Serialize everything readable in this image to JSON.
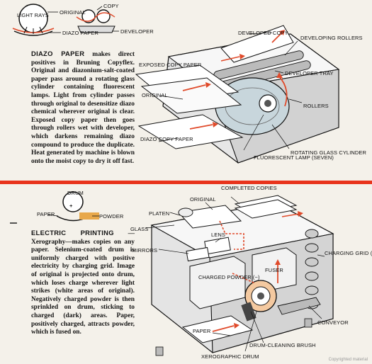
{
  "top": {
    "inset_labels": {
      "original": "ORIGINAL",
      "light_rays": "LIGHT RAYS",
      "diazo_paper": "DIAZO PAPER",
      "copy": "COPY",
      "developer": "DEVELOPER"
    },
    "heading": "DIAZO PAPER",
    "body": " makes direct positives in Bruning Copyflex. Original and diazonium-salt-coated paper pass around a rotating glass cylinder containing fluorescent lamps. Light from cylinder passes through original to desensitize diazo chemical wherever original is clear. Exposed copy paper then goes through rollers wet with developer, which darkens remaining diazo compound to produce the duplicate. Heat generated by machine is blown onto the moist copy to dry it off fast.",
    "callouts": {
      "developed_copy": "DEVELOPED COPY",
      "developing_rollers": "DEVELOPING ROLLERS",
      "exposed_copy_paper": "EXPOSED COPY PAPER",
      "developer_tray": "DEVELOPER TRAY",
      "original": "ORIGINAL",
      "rollers": "ROLLERS",
      "diazo_copy_paper": "DIAZO COPY PAPER",
      "fluorescent_lamp": "FLUORESCENT LAMP (SEVEN)",
      "rotating_glass_cylinder": "ROTATING GLASS CYLINDER"
    }
  },
  "bottom": {
    "inset_labels": {
      "drum": "DRUM",
      "paper": "PAPER",
      "powder": "POWDER",
      "plus": "+",
      "minus": "—"
    },
    "heading": "ELECTRIC PRINTING",
    "body": " — Xerography—makes copies on any paper. Selenium-coated drum is uniformly charged with positive electricity by charging grid. Image of original is projected onto drum, which loses charge wherever light strikes (white areas of original). Negatively charged powder is then sprinkled on drum, sticking to charged (dark) areas. Paper, positively charged, attracts powder, which is fused on.",
    "callouts": {
      "completed_copies": "COMPLETED COPIES",
      "original": "ORIGINAL",
      "platen": "PLATEN",
      "glass": "GLASS",
      "lens": "LENS",
      "mirrors": "MIRRORS",
      "charging_grid": "CHARGING GRID (+)",
      "charged_powder": "CHARGED POWDER (−)",
      "fuser": "FUSER",
      "paper": "PAPER",
      "conveyor": "CONVEYOR",
      "drum_cleaning_brush": "DRUM-CLEANING BRUSH",
      "xerographic_drum": "XEROGRAPHIC DRUM"
    }
  },
  "watermark": "Copyrighted material",
  "colors": {
    "accent": "#e04a2a",
    "divider": "#e8341c",
    "gray": "#c9c9c9"
  }
}
